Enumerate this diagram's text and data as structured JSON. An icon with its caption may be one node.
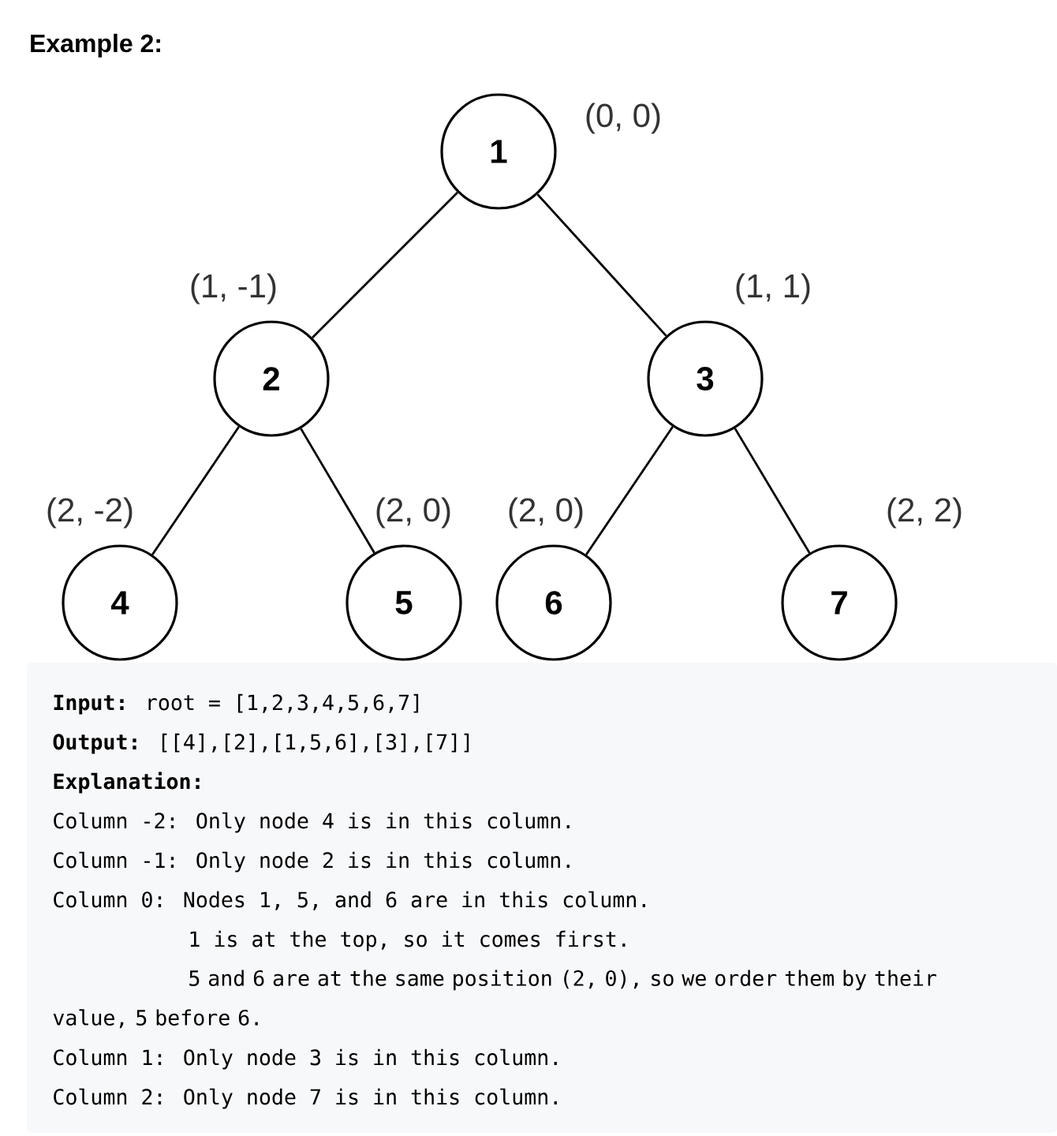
{
  "diagram": {
    "title": "Example 2:",
    "nodes": [
      {
        "text": [
          "1"
        ],
        "beside": [
          "(0, 0)"
        ]
      },
      {
        "text": [
          "2"
        ],
        "beside": [
          "(1, -1)"
        ]
      },
      {
        "text": [
          "3"
        ],
        "beside": [
          "(1, 1)"
        ]
      },
      {
        "text": [
          "4"
        ],
        "beside": [
          "(2, -2)"
        ]
      },
      {
        "text": [
          "5"
        ],
        "beside": [
          "(2, 0)"
        ]
      },
      {
        "text": [
          "6"
        ],
        "beside": [
          "(2, 0)"
        ]
      },
      {
        "text": [
          "7"
        ],
        "beside": [
          "(2, 2)"
        ]
      }
    ],
    "edges": [
      {
        "from": 0,
        "to": 1,
        "arrow": "none"
      },
      {
        "from": 0,
        "to": 2,
        "arrow": "none"
      },
      {
        "from": 1,
        "to": 3,
        "arrow": "none"
      },
      {
        "from": 1,
        "to": 4,
        "arrow": "none"
      },
      {
        "from": 2,
        "to": 5,
        "arrow": "none"
      },
      {
        "from": 2,
        "to": 6,
        "arrow": "none"
      }
    ],
    "labels": [
      "**Input:** root = [1,2,3,4,5,6,7]",
      "**Output:** [[4],[2],[1,5,6],[3],[7]]",
      "Explanation:",
      "Column -2: Only node 4 is in this column.",
      "Column -1: Only node 2 is in this column.",
      "Column 0: Nodes 1, 5, and 6 are in this column.",
      "1 is at the top, so it comes first.",
      "5 and 6 are at the same position (2, 0), so we order them by their value, 5 before 6.",
      "Column 1: Only node 3 is in this column.",
      "Column 2: Only node 7 is in this column."
    ]
  }
}
